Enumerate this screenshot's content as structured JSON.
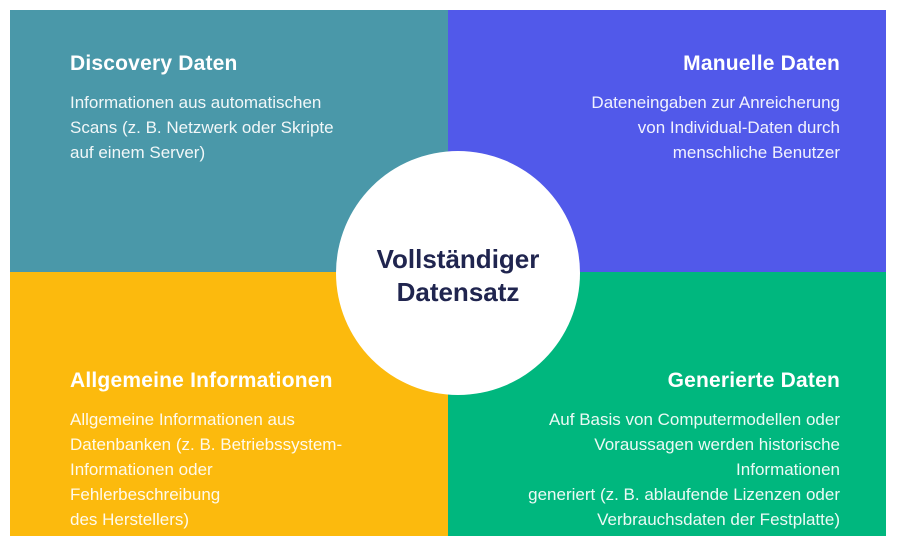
{
  "diagram": {
    "center": {
      "label": "Vollständiger\nDatensatz",
      "text_color": "#20254F",
      "background": "#ffffff"
    },
    "quadrants": [
      {
        "id": "discovery-daten",
        "position": "top-left",
        "color": "#4A98A9",
        "title": "Discovery Daten",
        "description": "Informationen aus automatischen\nScans (z. B. Netzwerk oder Skripte\nauf einem Server)"
      },
      {
        "id": "manuelle-daten",
        "position": "top-right",
        "color": "#5159EA",
        "title": "Manuelle Daten",
        "description": "Dateneingaben zur Anreicherung\nvon Individual-Daten durch\nmenschliche Benutzer"
      },
      {
        "id": "allgemeine-informationen",
        "position": "bottom-left",
        "color": "#FCBA0D",
        "title": "Allgemeine Informationen",
        "description": "Allgemeine Informationen aus\nDatenbanken (z. B. Betriebssystem-\nInformationen oder Fehlerbeschreibung\ndes Herstellers)"
      },
      {
        "id": "generierte-daten",
        "position": "bottom-right",
        "color": "#00B77E",
        "title": "Generierte Daten",
        "description": "Auf Basis von Computermodellen oder\nVoraussagen werden historische Informationen\ngeneriert (z. B. ablaufende Lizenzen oder\nVerbrauchsdaten der Festplatte)"
      }
    ]
  }
}
